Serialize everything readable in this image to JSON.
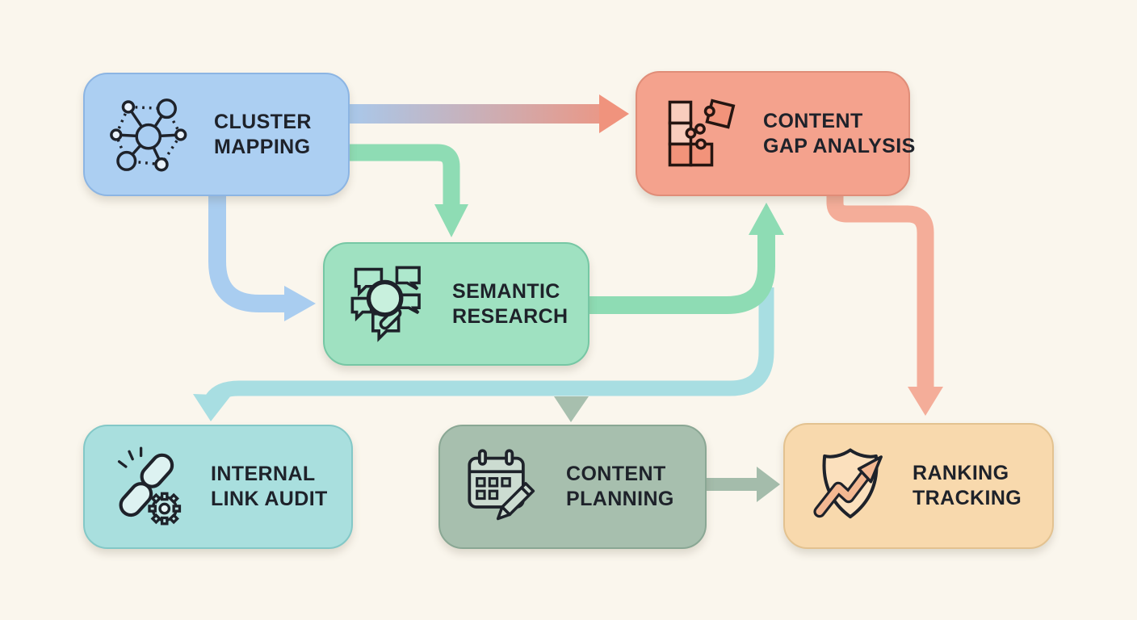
{
  "canvas": {
    "background": "#faf6ed",
    "text_color": "#1e222a"
  },
  "diagram": {
    "nodes": [
      {
        "id": "cluster-mapping",
        "label_lines": [
          "CLUSTER",
          "MAPPING"
        ],
        "fill": "#accff2",
        "border": "#8cb5e3",
        "icon": "network-icon"
      },
      {
        "id": "content-gap-analysis",
        "label_lines": [
          "CONTENT",
          "GAP ANALYSIS"
        ],
        "fill": "#f4a28d",
        "border": "#e08d78",
        "icon": "puzzle-icon"
      },
      {
        "id": "semantic-research",
        "label_lines": [
          "SEMANTIC",
          "RESEARCH"
        ],
        "fill": "#9fe1c1",
        "border": "#76c7a4",
        "icon": "search-bubbles-icon"
      },
      {
        "id": "internal-link-audit",
        "label_lines": [
          "INTERNAL",
          "LINK AUDIT"
        ],
        "fill": "#a9dfde",
        "border": "#83c8c7",
        "icon": "chain-gear-icon"
      },
      {
        "id": "content-planning",
        "label_lines": [
          "CONTENT",
          "PLANNING"
        ],
        "fill": "#a7bfae",
        "border": "#8aa794",
        "icon": "calendar-pencil-icon"
      },
      {
        "id": "ranking-tracking",
        "label_lines": [
          "RANKING",
          "TRACKING"
        ],
        "fill": "#f8d9ad",
        "border": "#e3c290",
        "icon": "shield-arrow-icon"
      }
    ],
    "edges": [
      {
        "from": "cluster-mapping",
        "to": "content-gap-analysis",
        "from_color": "#a9c8ea",
        "color": "#f0937d"
      },
      {
        "from": "cluster-mapping",
        "to": "semantic-research",
        "color": "#8edcb4"
      },
      {
        "from": "cluster-mapping",
        "to": "semantic-research",
        "color": "#a9cdf0"
      },
      {
        "from": "semantic-research",
        "to": "content-gap-analysis",
        "color": "#8edcb4"
      },
      {
        "from": "semantic-research",
        "to": "internal-link-audit",
        "color": "#a8dee2"
      },
      {
        "from": "semantic-research",
        "to": "content-planning",
        "color": "#a7bfae"
      },
      {
        "from": "content-gap-analysis",
        "to": "ranking-tracking",
        "color": "#f4ad99"
      },
      {
        "from": "content-planning",
        "to": "ranking-tracking",
        "color": "#a4bcab"
      }
    ]
  }
}
